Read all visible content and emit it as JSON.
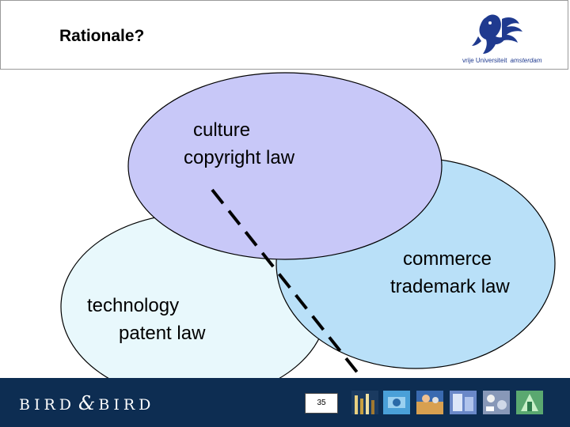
{
  "slide": {
    "title": "Rationale?",
    "page_number": "35"
  },
  "logo": {
    "university": "vrije Universiteit",
    "city": "amsterdam"
  },
  "diagram": {
    "circles": [
      {
        "id": "culture",
        "lines": [
          "culture",
          "copyright law"
        ],
        "fill": "#c8c8f8"
      },
      {
        "id": "commerce",
        "lines": [
          "commerce",
          "trademark law"
        ],
        "fill": "#b9e0f8"
      },
      {
        "id": "technology",
        "lines": [
          "technology",
          "patent law"
        ],
        "fill": "#e8f8fc"
      }
    ]
  },
  "footer": {
    "brand_left": "BIRD",
    "brand_amp": "&",
    "brand_right": "BIRD",
    "background": "#0d2d52"
  }
}
